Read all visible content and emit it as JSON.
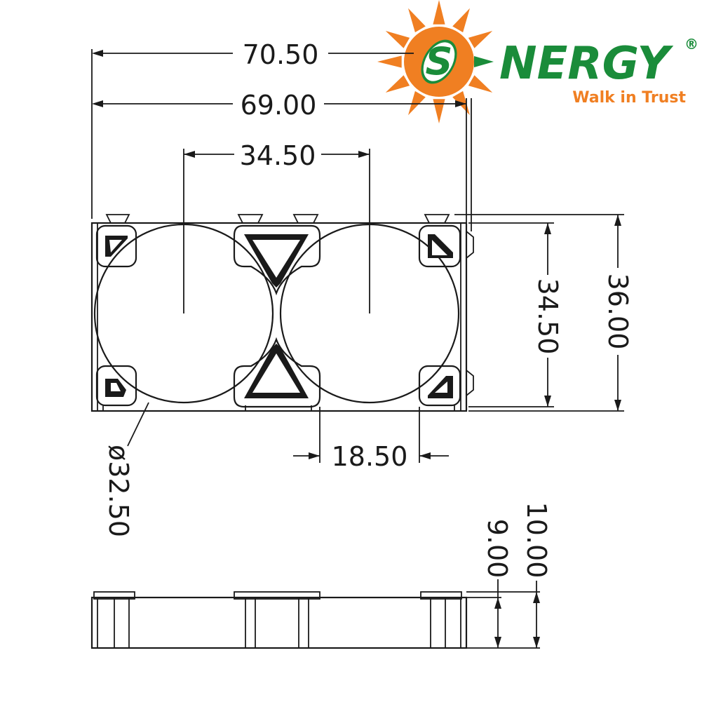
{
  "logo": {
    "letter": "S",
    "brand": "NERGY",
    "registered": "®",
    "tagline": "Walk in Trust",
    "colors": {
      "sun": "#f07f22",
      "green": "#1a8c3a",
      "tagline": "#f07f22"
    }
  },
  "dimensions": {
    "overall_width": "70.50",
    "inner_width": "69.00",
    "cell_pitch": "34.50",
    "inner_height": "34.50",
    "overall_height": "36.00",
    "gap": "18.50",
    "diameter": "ø32.50",
    "total_thickness": "10.00",
    "base_thickness": "9.00"
  }
}
